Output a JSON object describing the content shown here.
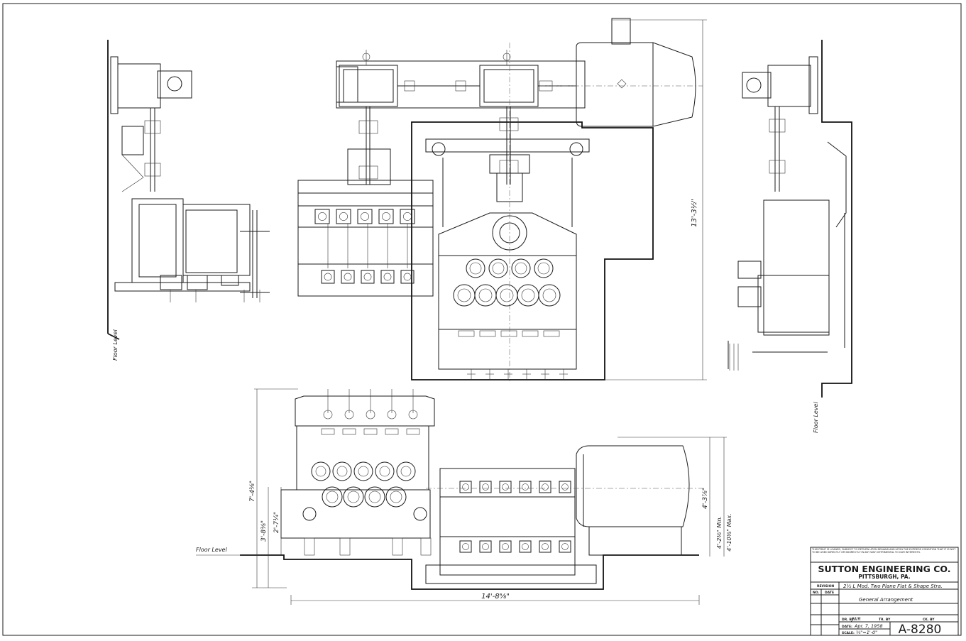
{
  "title_block": {
    "notice": "THIS PRINT IS LOANED, SUBJECT TO RETURN UPON DEMAND AND UPON THE EXPRESS CONDITION THAT IT IS NOT TO BE USED DIRECTLY OR INDIRECTLY IN ANY WAY DETRIMENTAL TO OUR INTERESTS.",
    "company": "SUTTON ENGINEERING CO.",
    "city": "PITTSBURGH, PA.",
    "revision_label": "REVISION",
    "no_label": "NO.",
    "date_label": "DATE",
    "description": "2½ L Mod. Two Plane Flat & Shape Stra.",
    "subtitle": "General Arrangement",
    "drawn_by_label": "DR. BY",
    "drawn_by": "JWR",
    "traced_by_label": "TR. BY",
    "checked_by_label": "CK. BY",
    "date_field_label": "DATE:",
    "date": "Apr. 7, 1958",
    "scale_label": "SCALE:",
    "scale": "¾\"=1'-0\"",
    "drawing_number": "A-8280"
  },
  "labels": {
    "floor_level_left": "Floor Level",
    "floor_level_right": "Floor Level",
    "floor_level_front": "Floor Level"
  },
  "dimensions": {
    "overall_height": "13'-3½\"",
    "overall_length": "14'-8⅝\"",
    "height_a": "7'-4⅜\"",
    "height_b": "3'-8⅜\"",
    "height_c": "2'-7¼\"",
    "height_d": "4'-3⅞\"",
    "height_e_min": "4'-2⅜\" Min.",
    "height_e_max": "4'-10⅜\" Max."
  }
}
